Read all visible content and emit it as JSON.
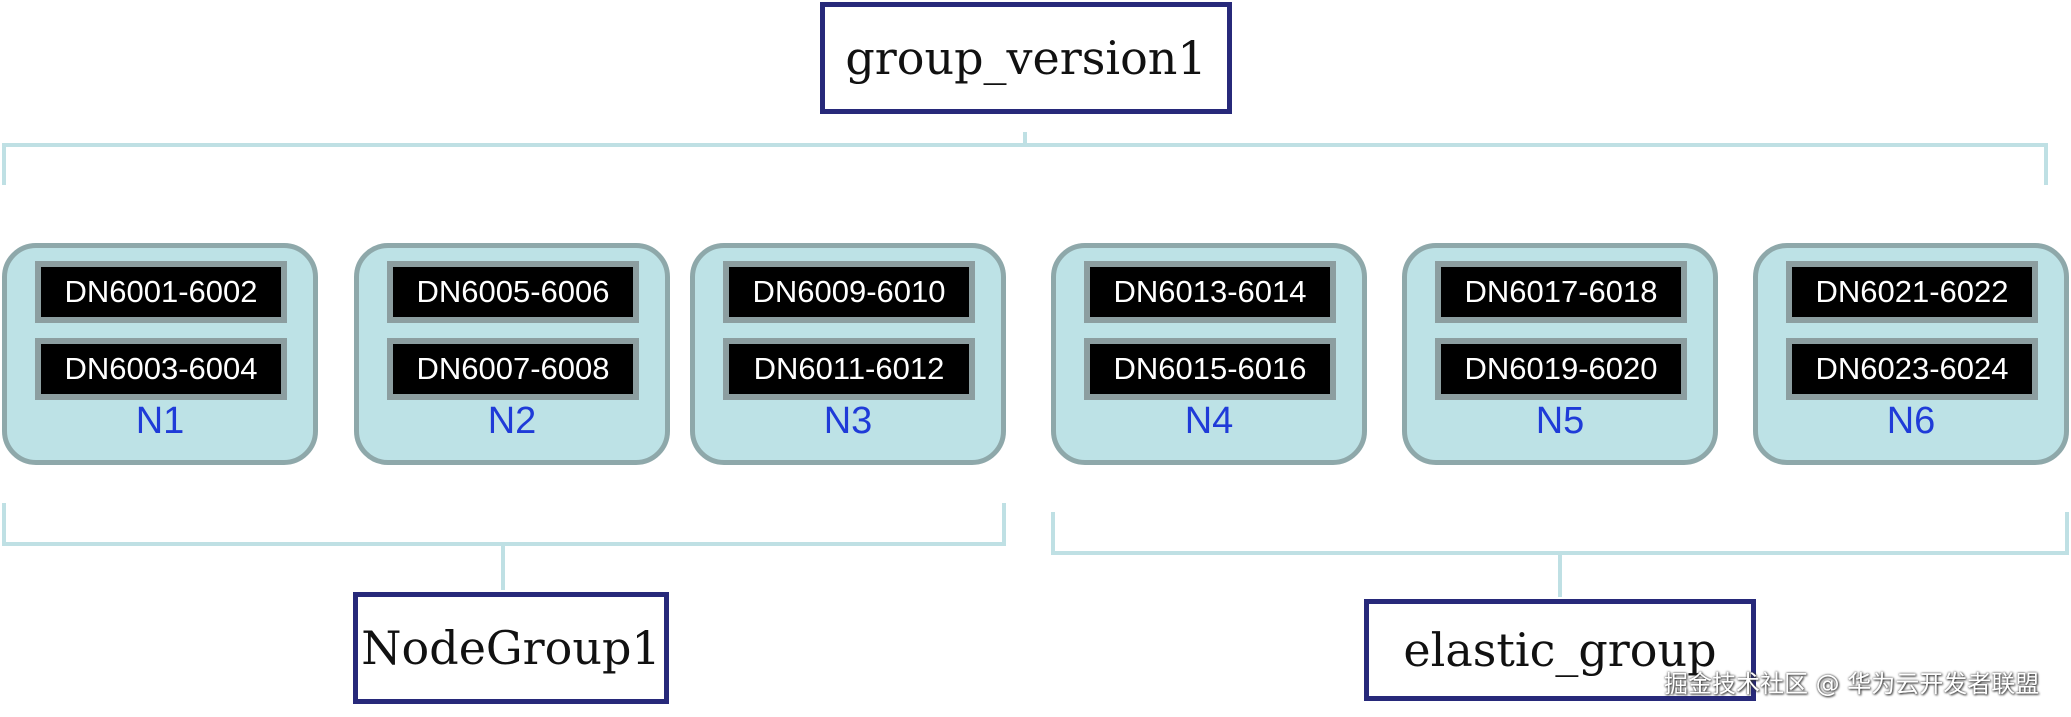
{
  "groups": {
    "top": "group_version1",
    "left": "NodeGroup1",
    "right": "elastic_group"
  },
  "nodes": [
    {
      "label": "N1",
      "dns": [
        "DN6001-6002",
        "DN6003-6004"
      ]
    },
    {
      "label": "N2",
      "dns": [
        "DN6005-6006",
        "DN6007-6008"
      ]
    },
    {
      "label": "N3",
      "dns": [
        "DN6009-6010",
        "DN6011-6012"
      ]
    },
    {
      "label": "N4",
      "dns": [
        "DN6013-6014",
        "DN6015-6016"
      ]
    },
    {
      "label": "N5",
      "dns": [
        "DN6017-6018",
        "DN6019-6020"
      ]
    },
    {
      "label": "N6",
      "dns": [
        "DN6021-6022",
        "DN6023-6024"
      ]
    }
  ],
  "watermark": "掘金技术社区 @ 华为云开发者联盟",
  "colors": {
    "group_border": "#27297a",
    "node_fill": "#bde2e6",
    "node_border": "#8ea8aa",
    "dn_fill": "#000000",
    "dn_border": "#8c9ea0",
    "node_label": "#1f3bd8",
    "brace": "#bfe0e4"
  }
}
